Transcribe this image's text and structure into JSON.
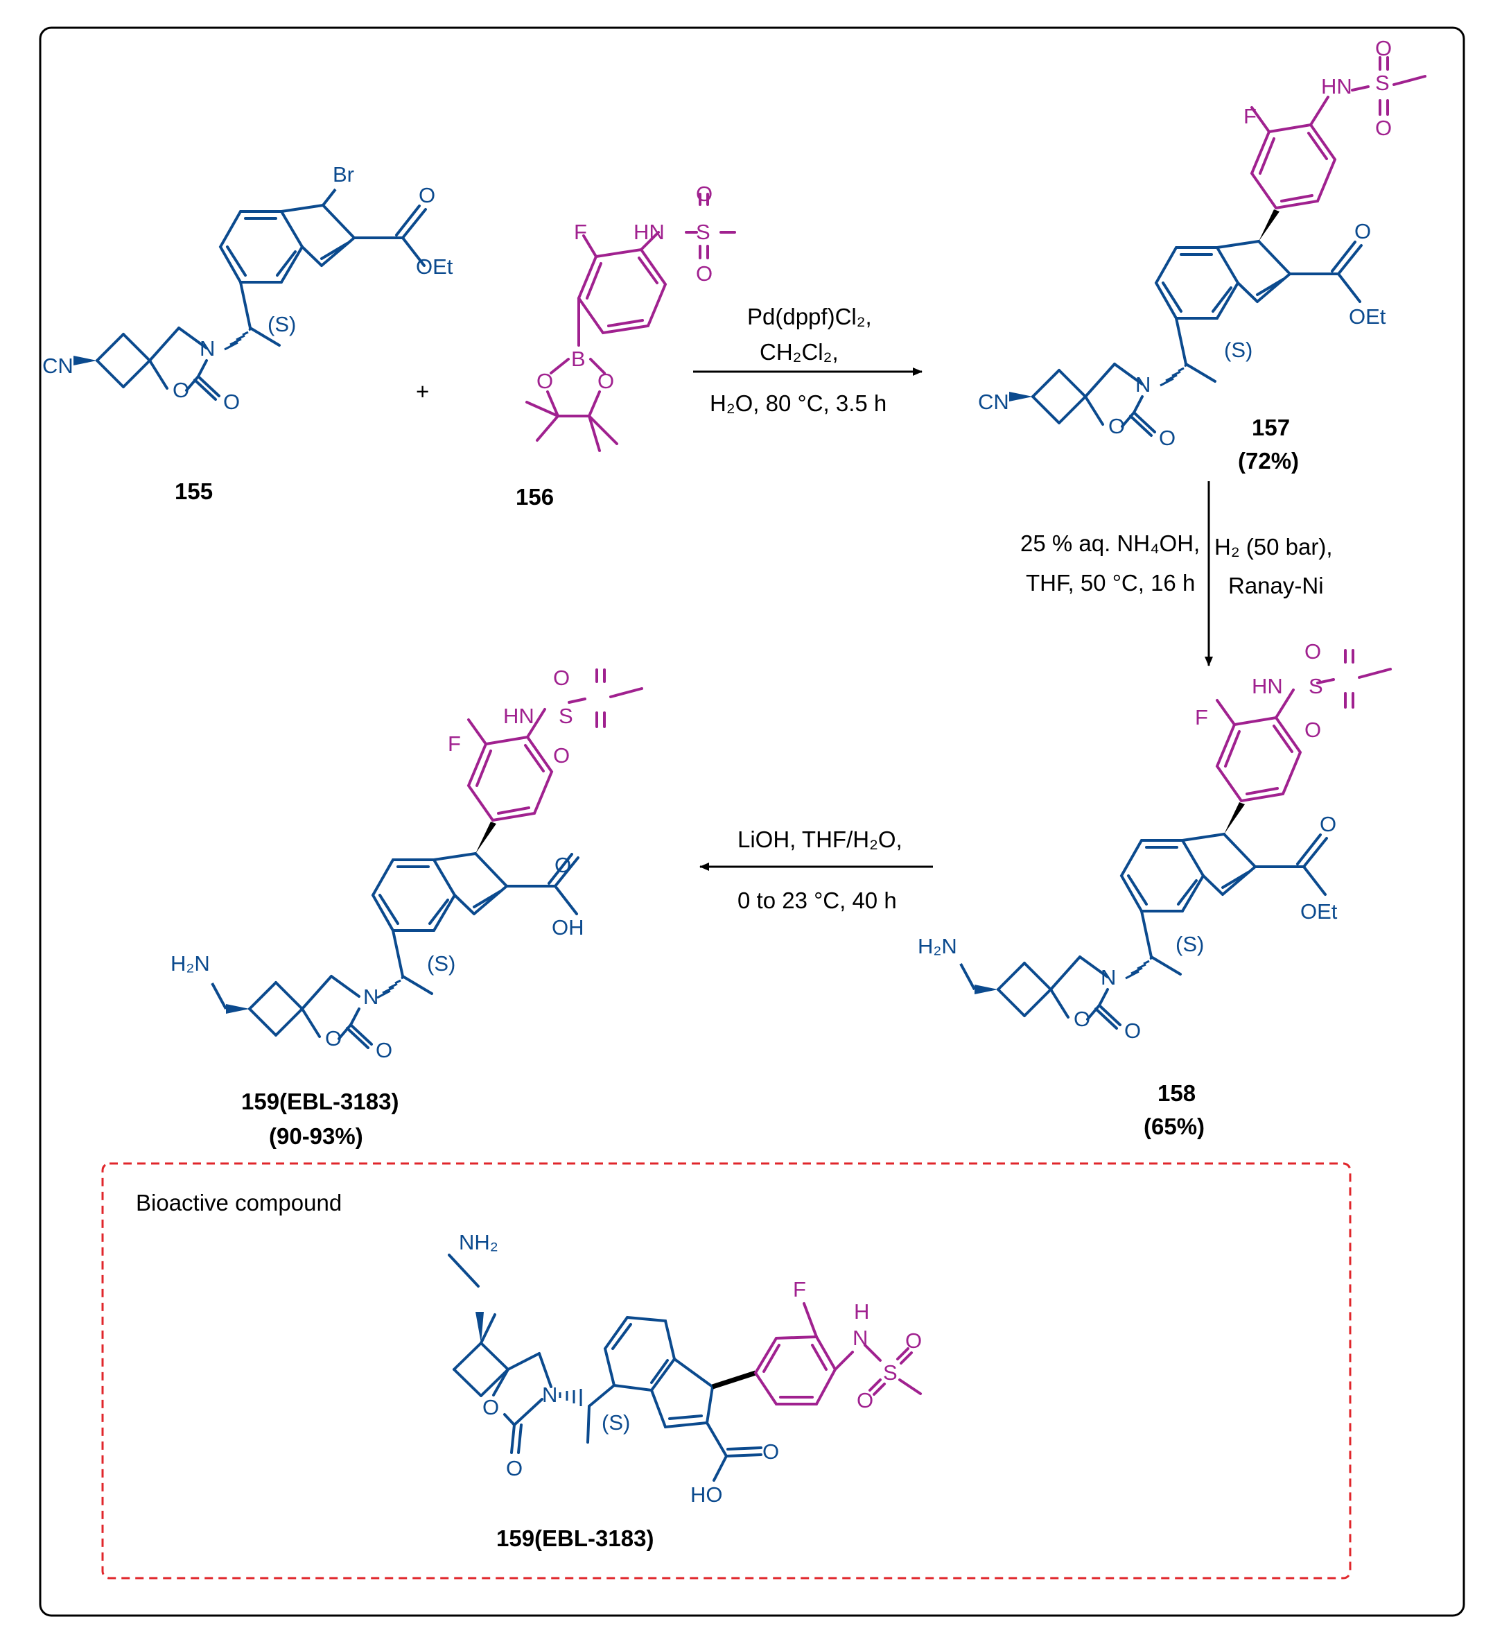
{
  "colors": {
    "scaffold": "#0b4a8e",
    "aryl": "#a0218f",
    "text": "#000000",
    "frame": "#000000",
    "highlight_box": "#e0262b"
  },
  "compounds": {
    "c155": {
      "label": "155"
    },
    "c156": {
      "label": "156"
    },
    "c157": {
      "label": "157",
      "yield": "(72%)"
    },
    "c158": {
      "label": "158",
      "yield": "(65%)"
    },
    "c159": {
      "label": "159(EBL-3183)",
      "yield": "(90-93%)"
    },
    "bioactive": {
      "label": "159(EBL-3183)"
    }
  },
  "atoms": {
    "Br": "Br",
    "O": "O",
    "OEt": "OEt",
    "OH": "OH",
    "HO": "HO",
    "N": "N",
    "CN": "CN",
    "F": "F",
    "HN": "HN",
    "H": "H",
    "S": "S",
    "B": "B",
    "H2N": "H₂N",
    "NH2": "NH₂",
    "stereo": "(S)"
  },
  "plus": "+",
  "steps": {
    "step1": {
      "line1": "Pd(dppf)Cl₂,",
      "line2": "CH₂Cl₂,",
      "line3": "H₂O, 80 °C, 3.5 h"
    },
    "step2": {
      "left_line1": "25 % aq. NH₄OH,",
      "left_line2": "THF, 50 °C, 16 h",
      "right_line1": "H₂ (50 bar),",
      "right_line2": "Ranay-Ni"
    },
    "step3": {
      "line1": "LiOH, THF/H₂O,",
      "line2": "0 to 23 °C, 40 h"
    }
  },
  "box_title": "Bioactive compound"
}
